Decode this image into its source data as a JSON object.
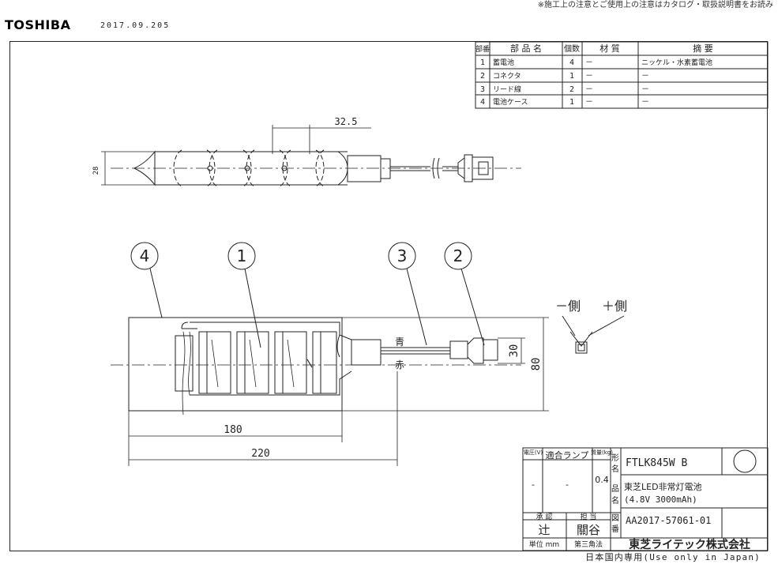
{
  "header": {
    "note": "※施工上の注意とご使用上の注意はカタログ・取扱説明書をお読み",
    "brand": "TOSHIBA",
    "doc_number": "2017.09.205"
  },
  "parts_table": {
    "headers": [
      "部番",
      "部 品 名",
      "個数",
      "材 質",
      "摘 要"
    ],
    "rows": [
      [
        "1",
        "蓄電池",
        "4",
        "－",
        "ニッケル・水素蓄電池"
      ],
      [
        "2",
        "コネクタ",
        "1",
        "－",
        "－"
      ],
      [
        "3",
        "リード線",
        "2",
        "－",
        "－"
      ],
      [
        "4",
        "電池ケース",
        "1",
        "－",
        "－"
      ]
    ]
  },
  "dimensions": {
    "pitch": "32.5",
    "height_side": "28",
    "width_inner": "180",
    "width_total": "220",
    "height_total": "80",
    "connector_height": "30"
  },
  "callouts": [
    "4",
    "1",
    "3",
    "2"
  ],
  "wire_labels": {
    "blue": "青",
    "red": "赤"
  },
  "polarity": {
    "minus": "－側",
    "plus": "＋側"
  },
  "title_block": {
    "voltage_label": "電圧(V)",
    "lamp_label": "適合ランプ",
    "mass_label": "質量(kg)",
    "voltage_value": "-",
    "lamp_value": "-",
    "mass_value": "0.4",
    "model_label_1": "形",
    "model_label_2": "名",
    "model": "FTLK845W B",
    "product_label_1": "品",
    "product_label_2": "名",
    "product_line1": "東芝LED非常灯電池",
    "product_line2": "(4.8V 3000mAh)",
    "approve_label": "承 認",
    "charge_label": "担 当",
    "approver": "辻",
    "charge": "關谷",
    "drawing_label_1": "図",
    "drawing_label_2": "番",
    "drawing_number": "AA2017-57061-01",
    "unit": "単位 mm",
    "projection": "第三角法",
    "company": "東芝ライテック株式会社"
  },
  "footer": "日本国内専用(Use only in Japan)"
}
